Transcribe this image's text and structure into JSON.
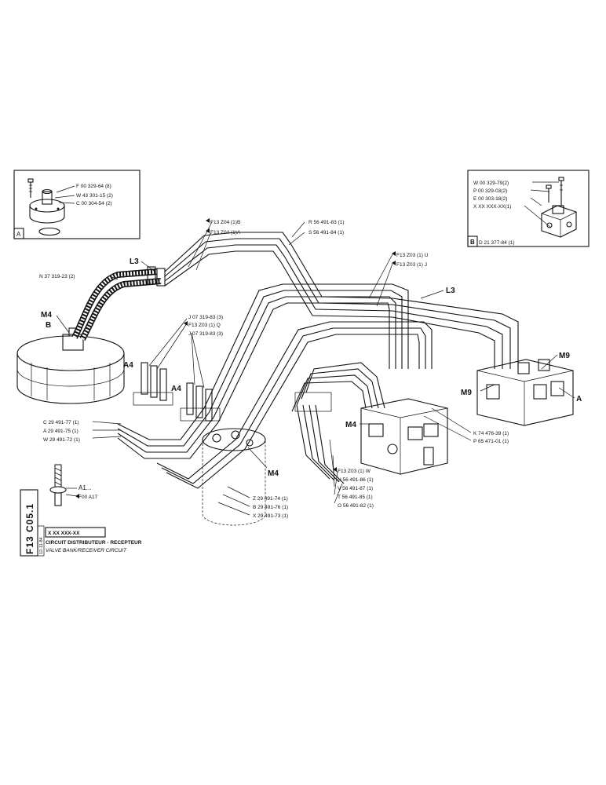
{
  "drawing": {
    "page_code": "F13 C05.1",
    "date": "12-11-84",
    "ref_number": "X XX XXX-XX",
    "title_fr": "CIRCUIT DISTRIBUTEUR - RECEPTEUR",
    "title_en": "VALVE BANK/RECEIVER CIRCUIT"
  },
  "inset_a": {
    "letter": "A",
    "parts": [
      "F 00 329-64 (8)",
      "W 43 301-15 (2)",
      "C 00 304-54 (2)"
    ]
  },
  "inset_b": {
    "letter": "B",
    "ref": "D 21 377-84 (1)",
    "parts": [
      "W 00 329-79(2)",
      "P 00 329-03(2)",
      "E 00 303-18(2)",
      "X XX XXX-XX(1)"
    ]
  },
  "callouts": {
    "f13_204_b": "F13 Z04 (1)B",
    "f13_204_a": "F13 Z04 (1)A",
    "r": "R 56 491-83 (1)",
    "s": "S 56 491-84 (1)",
    "l3_left": "L3",
    "l3_right": "L3",
    "n": "N 37 319-23 (2)",
    "m4_top": "M4",
    "b_mark": "B",
    "u": "F13 Z03 (1) U",
    "j": "F13 Z03 (1) J",
    "j07_top": "J 07 319-83 (3)",
    "f13_q": "F13 Z03 (1) Q",
    "j07_bottom": "J 07 319-83 (3)",
    "a4_left": "A4",
    "a4_mid": "A4",
    "m9_right": "M9",
    "m9_left": "M9",
    "a_right": "A",
    "c29": "C 29 491-77 (1)",
    "a29": "A 29 491-75 (1)",
    "w29": "W 29 491-72 (1)",
    "m4_center": "M4",
    "m4_bottom": "M4",
    "k74": "K 74 476-39 (1)",
    "p65": "P 65 471-01 (1)",
    "a1": "A1...",
    "f00": "F00 A17",
    "f13_w": "F13 Z03 (1) W",
    "u56": "U 56 491-86 (1)",
    "v56": "V 56 491-87 (1)",
    "t56": "T 56 491-85 (1)",
    "o56": "O 56 491-82 (1)",
    "z29": "Z 29 491-74 (1)",
    "b29": "B 29 491-76 (1)",
    "x29": "X 29 491-73 (1)"
  },
  "icons": [
    "flag-triangle-icon",
    "bolt-icon",
    "hose-icon",
    "valve-block-icon",
    "pump-icon",
    "receiver-icon"
  ]
}
